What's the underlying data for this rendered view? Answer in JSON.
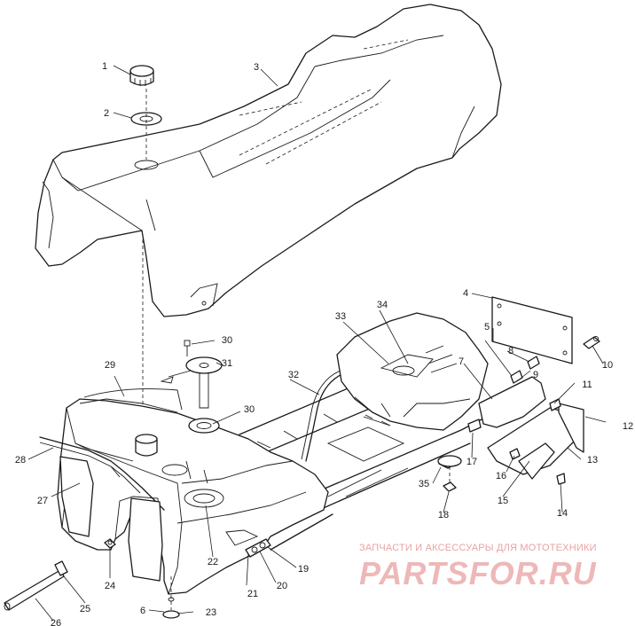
{
  "callouts": [
    {
      "id": "c1",
      "label": "1"
    },
    {
      "id": "c2",
      "label": "2"
    },
    {
      "id": "c3",
      "label": "3"
    },
    {
      "id": "c4",
      "label": "4"
    },
    {
      "id": "c5",
      "label": "5"
    },
    {
      "id": "c6",
      "label": "6"
    },
    {
      "id": "c7",
      "label": "7"
    },
    {
      "id": "c8",
      "label": "8"
    },
    {
      "id": "c9",
      "label": "9"
    },
    {
      "id": "c10",
      "label": "10"
    },
    {
      "id": "c11",
      "label": "11"
    },
    {
      "id": "c12",
      "label": "12"
    },
    {
      "id": "c13",
      "label": "13"
    },
    {
      "id": "c14",
      "label": "14"
    },
    {
      "id": "c15",
      "label": "15"
    },
    {
      "id": "c16",
      "label": "16"
    },
    {
      "id": "c17",
      "label": "17"
    },
    {
      "id": "c18",
      "label": "18"
    },
    {
      "id": "c19",
      "label": "19"
    },
    {
      "id": "c20",
      "label": "20"
    },
    {
      "id": "c21",
      "label": "21"
    },
    {
      "id": "c22",
      "label": "22"
    },
    {
      "id": "c23",
      "label": "23"
    },
    {
      "id": "c24",
      "label": "24"
    },
    {
      "id": "c25",
      "label": "25"
    },
    {
      "id": "c26",
      "label": "26"
    },
    {
      "id": "c27",
      "label": "27"
    },
    {
      "id": "c28",
      "label": "28"
    },
    {
      "id": "c29",
      "label": "29"
    },
    {
      "id": "c30",
      "label": "30"
    },
    {
      "id": "c30b",
      "label": "30"
    },
    {
      "id": "c31",
      "label": "31"
    },
    {
      "id": "c32",
      "label": "32"
    },
    {
      "id": "c33",
      "label": "33"
    },
    {
      "id": "c34",
      "label": "34"
    },
    {
      "id": "c35",
      "label": "35"
    }
  ],
  "watermark": {
    "subtitle": "ЗАПЧАСТИ И АКСЕССУАРЫ ДЛЯ МОТОТЕХНИКИ",
    "logo": "PARTSFOR.RU"
  }
}
